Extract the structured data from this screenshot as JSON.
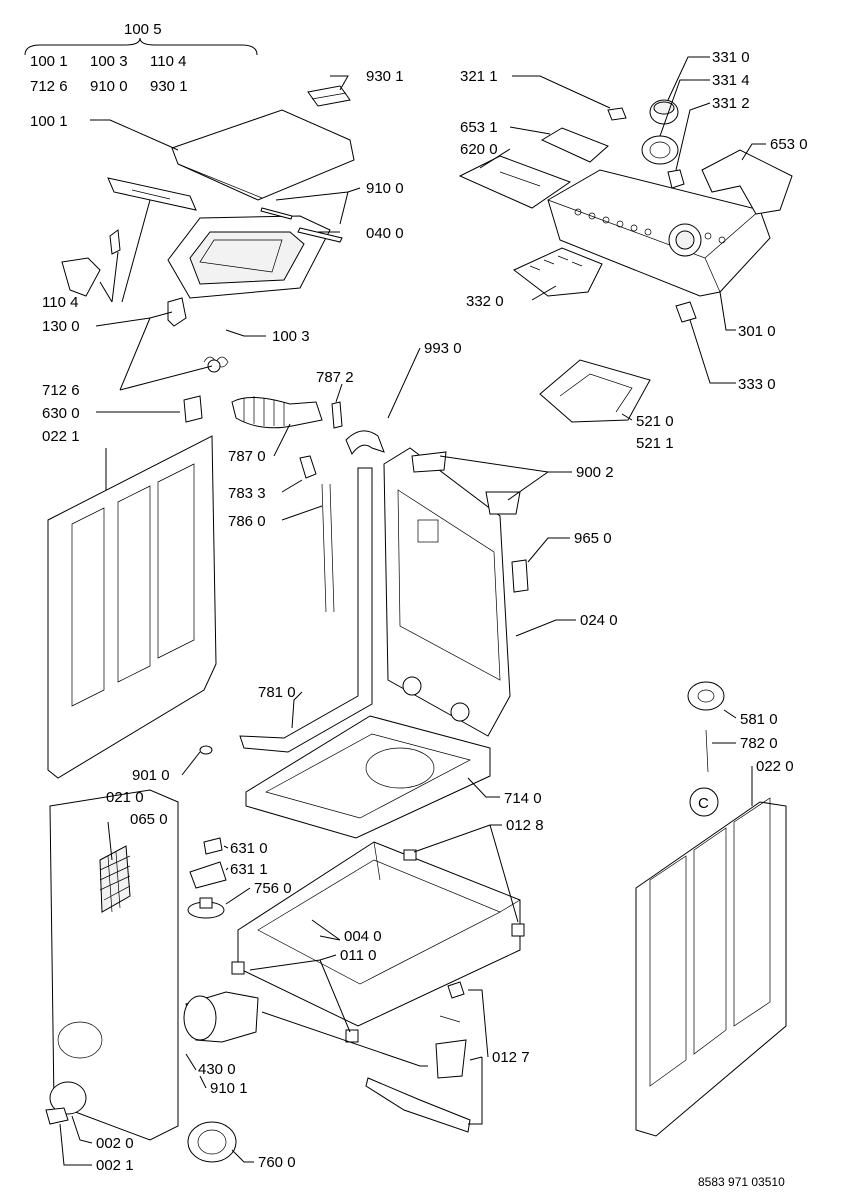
{
  "labels": {
    "l1005": "100 5",
    "l1001a": "100 1",
    "l1003a": "100 3",
    "l1104a": "110 4",
    "l7126a": "712 6",
    "l9100a": "910 0",
    "l9301a": "930 1",
    "l9301": "930 1",
    "l1001": "100 1",
    "l9100": "910 0",
    "l0400": "040 0",
    "l1104": "110 4",
    "l1300": "130 0",
    "l1003": "100 3",
    "l7126": "712 6",
    "l6300": "630 0",
    "l0221": "022 1",
    "l7872": "787 2",
    "l7870": "787 0",
    "l7833": "783 3",
    "l7860": "786 0",
    "l9930": "993 0",
    "l3211": "321 1",
    "l6531": "653 1",
    "l6200": "620 0",
    "l3310": "331 0",
    "l3314": "331 4",
    "l3312": "331 2",
    "l6530": "653 0",
    "l3320": "332 0",
    "l3010": "301 0",
    "l3330": "333 0",
    "l5210": "521 0",
    "l5211": "521 1",
    "l9002": "900 2",
    "l9650": "965 0",
    "l0240": "024 0",
    "l7810": "781 0",
    "l9010": "901 0",
    "l7140": "714 0",
    "l0210": "021 0",
    "l0650": "065 0",
    "l6310": "631 0",
    "l6311": "631 1",
    "l7560": "756 0",
    "l0128": "012 8",
    "l0040": "004 0",
    "l0110": "011 0",
    "l4300": "430 0",
    "l9101": "910 1",
    "l0127": "012 7",
    "l0020": "002 0",
    "l0021": "002 1",
    "l7600": "760 0",
    "l5810": "581 0",
    "l7820": "782 0",
    "l0220": "022 0",
    "lC": "C",
    "doc_number": "8583 971 03510"
  }
}
